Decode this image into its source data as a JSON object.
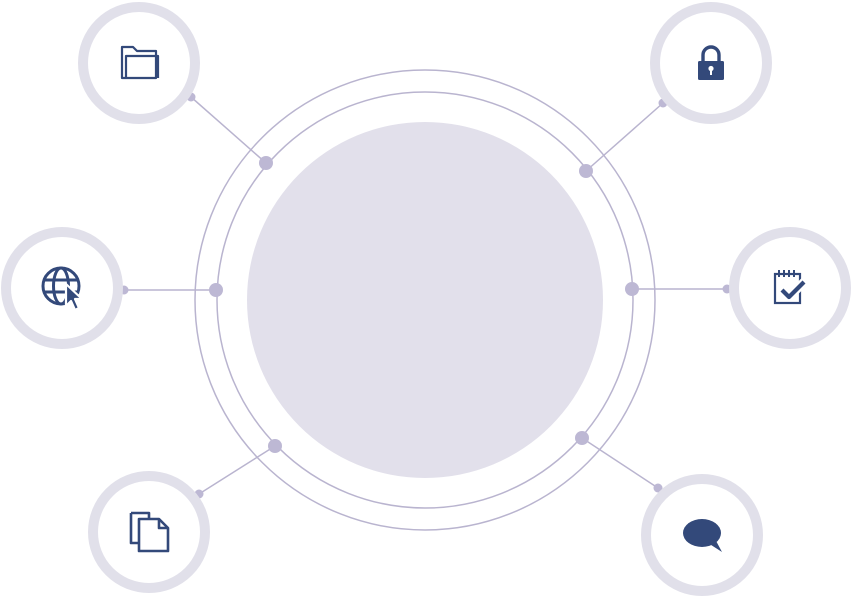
{
  "diagram": {
    "colors": {
      "ring": "#b9b4cf",
      "hub_fill": "#e2e0eb",
      "node_ring": "#e1e0ea",
      "node_fill": "#ffffff",
      "connector": "#b9b4cf",
      "dot": "#bdb8d4",
      "icon": "#33497a"
    },
    "nodes": [
      {
        "id": "folder",
        "icon": "folder-icon",
        "side": "left"
      },
      {
        "id": "lock",
        "icon": "lock-icon",
        "side": "right"
      },
      {
        "id": "globe",
        "icon": "globe-cursor-icon",
        "side": "left"
      },
      {
        "id": "checklist",
        "icon": "notepad-check-icon",
        "side": "right"
      },
      {
        "id": "copy",
        "icon": "copy-documents-icon",
        "side": "left"
      },
      {
        "id": "chat",
        "icon": "chat-bubble-icon",
        "side": "right"
      }
    ]
  }
}
